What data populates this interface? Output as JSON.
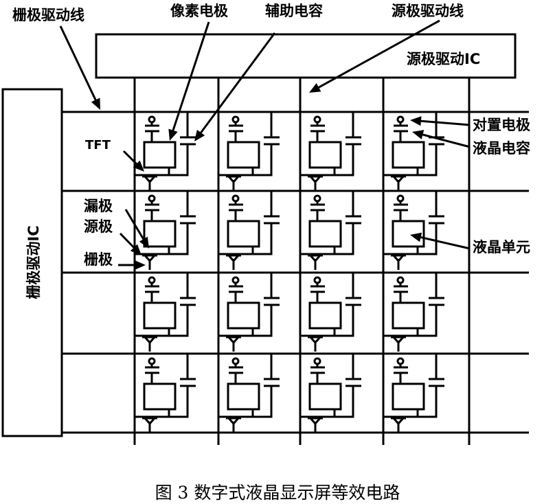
{
  "labels": {
    "gate_line": "栅极驱动线",
    "pixel_electrode": "像素电极",
    "aux_capacitor": "辅助电容",
    "source_line": "源极驱动线",
    "source_ic": "源极驱动IC",
    "gate_ic": "栅极驱动IC",
    "tft": "TFT",
    "drain": "漏极",
    "source": "源极",
    "gate": "栅极",
    "counter_electrode": "对置电极",
    "lc_capacitor": "液晶电容",
    "lc_cell": "液晶单元"
  },
  "caption": "图 3    数字式液晶显示屏等效电路",
  "grid": {
    "rows": 4,
    "cols": 4
  }
}
